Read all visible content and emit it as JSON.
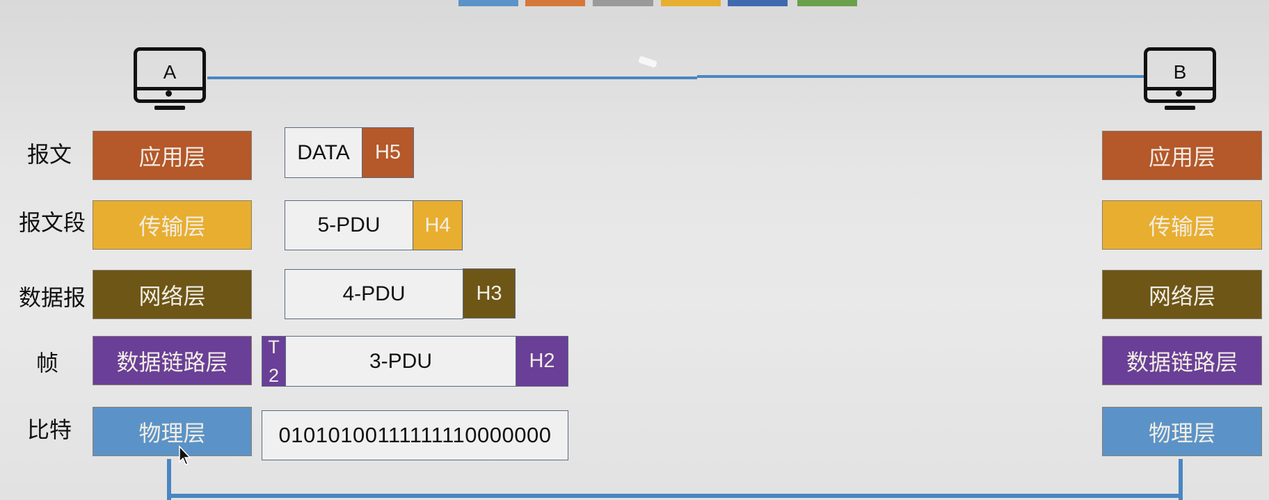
{
  "top_tabs": [
    {
      "color": "#5b93c8"
    },
    {
      "color": "#d6783b"
    },
    {
      "color": "#9a9a9a"
    },
    {
      "color": "#e8ae30"
    },
    {
      "color": "#3f6ab0"
    },
    {
      "color": "#6aa04a"
    }
  ],
  "hosts": {
    "left": {
      "label": "A",
      "icon": "computer-monitor-icon"
    },
    "right": {
      "label": "B",
      "icon": "computer-monitor-icon"
    }
  },
  "row_labels": [
    "报文",
    "报文段",
    "数据报",
    "帧",
    "比特"
  ],
  "left_stack": [
    "应用层",
    "传输层",
    "网络层",
    "数据链路层",
    "物理层"
  ],
  "right_stack": [
    "应用层",
    "传输层",
    "网络层",
    "数据链路层",
    "物理层"
  ],
  "pdus": {
    "application": {
      "data": "DATA",
      "header": "H5"
    },
    "transport": {
      "data": "5-PDU",
      "header": "H4"
    },
    "network": {
      "data": "4-PDU",
      "header": "H3"
    },
    "datalink": {
      "trailer_line1": "T",
      "trailer_line2": "2",
      "data": "3-PDU",
      "header": "H2"
    },
    "physical": {
      "bits": "01010100111111110000000"
    }
  },
  "colors": {
    "application": "#b5582a",
    "transport": "#e8ae30",
    "network": "#6e5617",
    "datalink": "#6a3f97",
    "physical": "#5b93c8",
    "link_line": "#4a86c2"
  }
}
